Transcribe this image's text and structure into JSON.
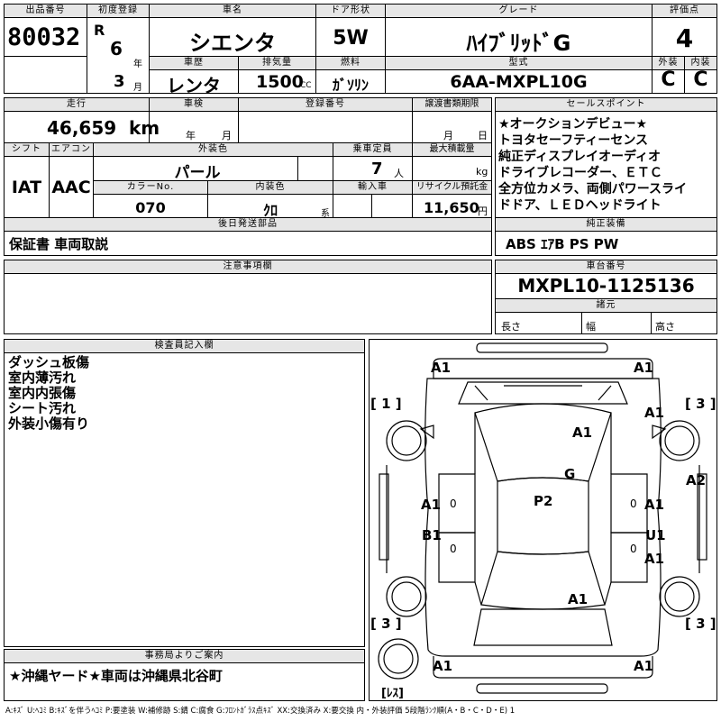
{
  "header": {
    "lot_label": "出品番号",
    "lot_number": "80032",
    "first_reg_label": "初度登録",
    "era": "R",
    "reg_year": "6",
    "year_unit": "年",
    "reg_month": "3",
    "month_unit": "月",
    "name_label": "車名",
    "name": "シエンタ",
    "door_label": "ドア形状",
    "door": "5W",
    "grade_label": "グレード",
    "grade": "ﾊｲﾌﾞﾘｯﾄﾞG",
    "score_label": "評価点",
    "score": "4",
    "history_label": "車歴",
    "history": "レンタ",
    "displacement_label": "排気量",
    "displacement": "1500",
    "cc_unit": "CC",
    "fuel_label": "燃料",
    "fuel": "ｶﾞｿﾘﾝ",
    "model_label": "型式",
    "model": "6AA-MXPL10G",
    "exterior_label": "外装",
    "exterior": "C",
    "interior_label": "内装",
    "interior": "C"
  },
  "row2": {
    "mileage_label": "走行",
    "mileage": "46,659",
    "km_unit": "km",
    "inspection_label": "車検",
    "insp_year_unit": "年",
    "insp_month_unit": "月",
    "reg_no_label": "登録番号",
    "transfer_label": "譲渡書類期限",
    "transfer_month_unit": "月",
    "transfer_day_unit": "日",
    "shift_label": "シフト",
    "shift": "IAT",
    "ac_label": "エアコン",
    "ac": "AAC",
    "color_label": "外装色",
    "color": "パール",
    "capacity_label": "乗車定員",
    "capacity": "7",
    "person_unit": "人",
    "load_label": "最大積載量",
    "kg_unit": "kg",
    "color_no_label": "カラーNo.",
    "color_no": "070",
    "int_color_label": "内装色",
    "int_color": "ｸﾛ",
    "kei_unit": "系",
    "import_label": "輸入車",
    "recycle_label": "リサイクル預託金",
    "recycle": "11,650",
    "yen_unit": "円",
    "later_label": "後日発送部品",
    "later": "保証書 車両取説"
  },
  "sales": {
    "label": "セールスポイント",
    "lines": [
      "★オークションデビュー★",
      "トヨタセーフティーセンス",
      "純正ディスプレイオーディオ",
      "ドライブレコーダー、ＥＴＣ",
      "全方位カメラ、両側パワースライ",
      "ドドア、ＬＥＤヘッドライト"
    ],
    "equip_label": "純正装備",
    "equip": "ABS ｴｱB PS PW"
  },
  "caution": {
    "label": "注意事項欄"
  },
  "chassis": {
    "label": "車台番号",
    "number": "MXPL10-1125136",
    "dims_label": "諸元",
    "length_label": "長さ",
    "width_label": "幅",
    "height_label": "高さ"
  },
  "inspector": {
    "label": "検査員記入欄",
    "lines": [
      "ダッシュ板傷",
      "室内薄汚れ",
      "室内内張傷",
      "シート汚れ",
      "外装小傷有り"
    ]
  },
  "office": {
    "label": "事務局よりご案内",
    "text": "★沖縄ヤード★車両は沖縄県北谷町"
  },
  "legend": "A:ｷｽﾞ U:ﾍｺﾐ B:ｷｽﾞを伴うﾍｺﾐ P:要塗装 W:補修跡 S:錆 C:腐食 G:ﾌﾛﾝﾄｶﾞﾗｽ点ｷｽﾞ XX:交換済み X:要交換  内・外装評価 5段階ﾗﾝｸ順(A・B・C・D・E) 1",
  "diagram": {
    "marks": {
      "a1_tl": "A1",
      "a1_tr": "A1",
      "a1_r_upper": "A1",
      "a1_hood": "A1",
      "g": "G",
      "a2": "A2",
      "a1_l_mid": "A1",
      "p2": "P2",
      "a1_r_mid": "A1",
      "b1": "B1",
      "u1": "U1",
      "a1_r_low": "A1",
      "a1_trunk": "A1",
      "a1_bl": "A1",
      "a1_br": "A1"
    },
    "tires": {
      "fl": "[ 1 ]",
      "fr": "[ 3 ]",
      "rl": "[ 3 ]",
      "rr": "[ 3 ]",
      "spare": "[ﾚｽ]"
    },
    "zeros": {
      "zl1": "0",
      "zr1": "0",
      "zl2": "0",
      "zr2": "0"
    }
  }
}
